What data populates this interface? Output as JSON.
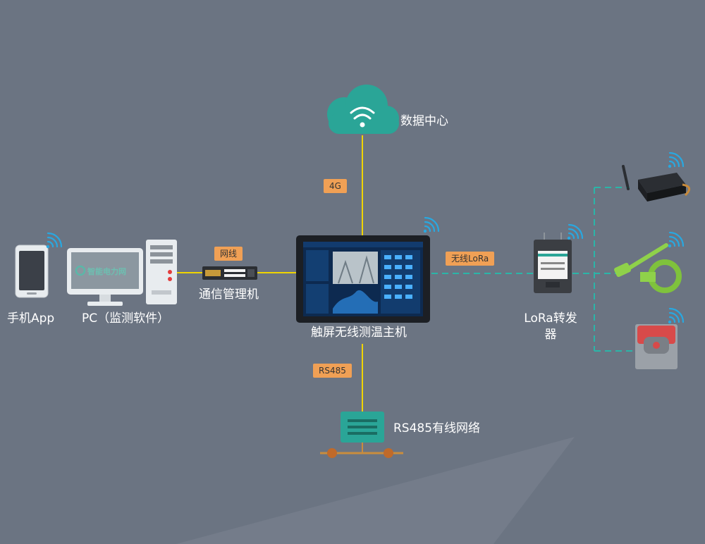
{
  "nodes": {
    "data_center": "数据中心",
    "comm_manager": "通信管理机",
    "host": "触屏无线测温主机",
    "pc": "PC（监测软件）",
    "phone": "手机App",
    "lora_fwd": "LoRa转发\n器",
    "rs485_net": "RS485有线网络"
  },
  "links": {
    "fourg": "4G",
    "network": "网线",
    "wireless_lora": "无线LoRa",
    "rs485": "RS485"
  },
  "pc_screen_logo": "智能电力网",
  "colors": {
    "background": "#6b7482",
    "yellow_line": "#f0d400",
    "teal_line": "#2bb5a8",
    "cloud": "#2aa597",
    "tag_bg": "#f0a055",
    "wifi": "#29a8e0"
  }
}
